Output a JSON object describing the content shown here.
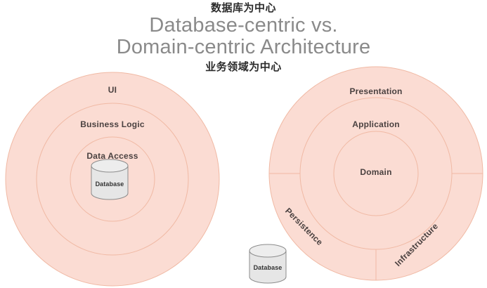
{
  "title": {
    "cn_top": "数据库为中心",
    "line1": "Database-centric vs.",
    "line2": "Domain-centric Architecture",
    "cn_bottom": "业务领域为中心"
  },
  "colors": {
    "ring_fill": "#fbdcd3",
    "ring_stroke": "#f0b9a4",
    "label_text": "#4a4140",
    "title_text": "#8a8a8a",
    "annotation_text": "#2b2b2b",
    "cylinder_fill": "#e6e6e6",
    "cylinder_top": "#ededed",
    "cylinder_stroke": "#8c8c8c",
    "background": "#ffffff"
  },
  "left_diagram": {
    "name": "Database-centric architecture",
    "rings": [
      {
        "label": "UI",
        "radius": 152
      },
      {
        "label": "Business Logic",
        "radius": 108
      },
      {
        "label": "Data Access",
        "radius": 60
      }
    ],
    "center_node": {
      "label": "Database",
      "shape": "cylinder"
    }
  },
  "right_diagram": {
    "name": "Domain-centric architecture",
    "rings": [
      {
        "label": "Presentation",
        "radius": 152
      },
      {
        "label": "Application",
        "radius": 108
      },
      {
        "label": "Domain",
        "radius": 60
      }
    ],
    "outer_segments": [
      {
        "label": "Presentation",
        "rotation": 0
      },
      {
        "label": "Persistence",
        "rotation": 45
      },
      {
        "label": "Infrastructure",
        "rotation": -45
      }
    ]
  },
  "external_node": {
    "label": "Database",
    "shape": "cylinder"
  }
}
